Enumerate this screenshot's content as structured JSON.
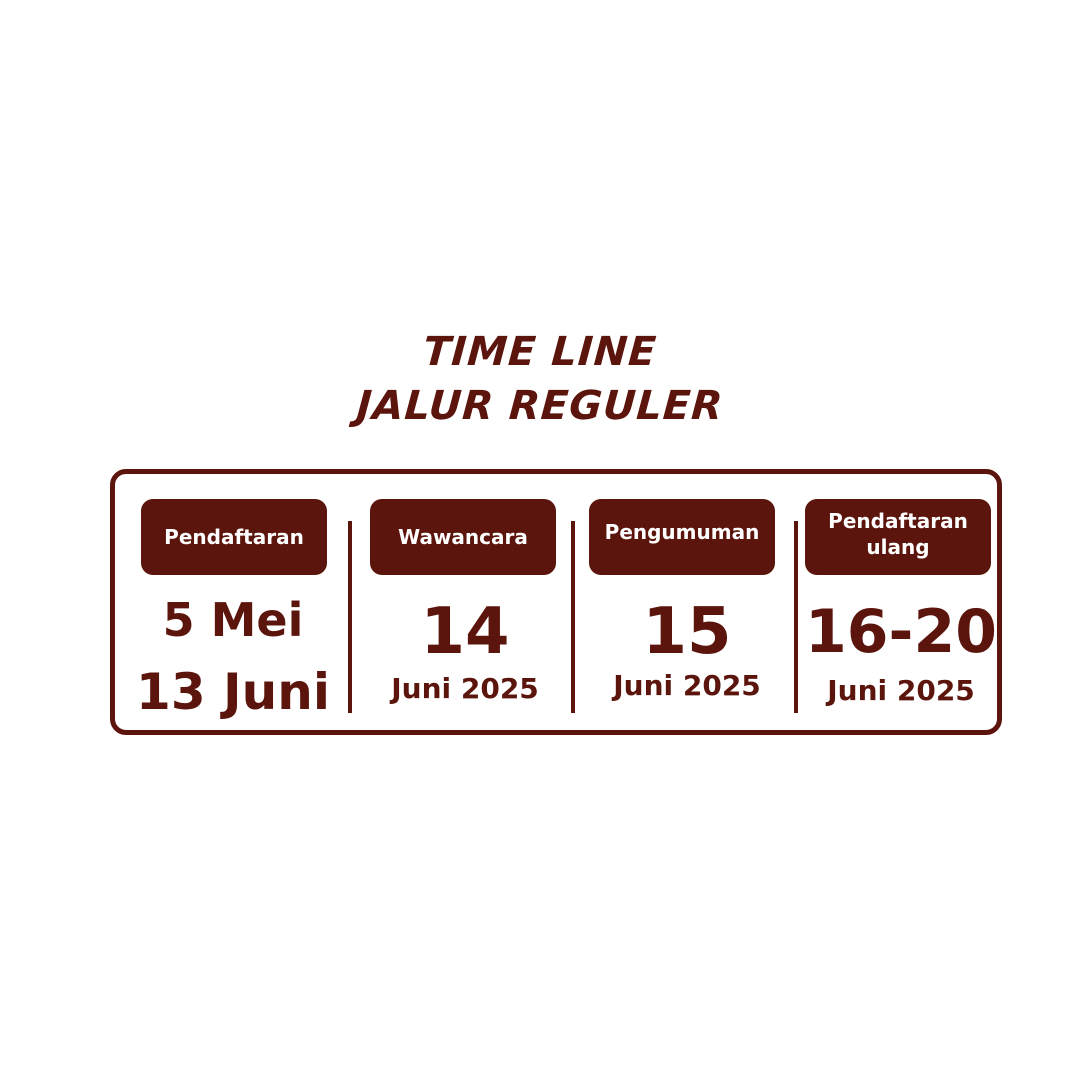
{
  "title": {
    "line1": "TIME LINE",
    "line2": "JALUR REGULER"
  },
  "colors": {
    "primary": "#5b150c",
    "background": "#ffffff"
  },
  "timeline": [
    {
      "label": "Pendaftaran",
      "date_line1": "5 Mei",
      "date_line2": "13 Juni"
    },
    {
      "label": "Wawancara",
      "day": "14",
      "month_year": "Juni 2025"
    },
    {
      "label": "Pengumuman",
      "day": "15",
      "month_year": "Juni 2025"
    },
    {
      "label_line1": "Pendaftaran",
      "label_line2": "ulang",
      "day": "16-20",
      "month_year": "Juni 2025"
    }
  ]
}
